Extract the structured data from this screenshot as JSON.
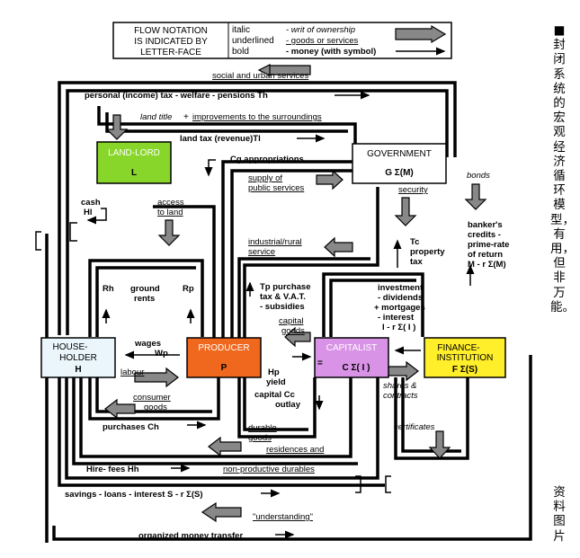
{
  "legend": {
    "title_lines": [
      "FLOW NOTATION",
      "IS INDICATED BY",
      "LETTER-FACE"
    ],
    "rows": [
      {
        "style": "italic",
        "desc": "- writ of ownership"
      },
      {
        "style": "underlined",
        "desc": "- goods or services"
      },
      {
        "style": "bold",
        "desc": "- money (with symbol)"
      }
    ]
  },
  "boxes": {
    "landlord": {
      "title": "LAND-LORD",
      "symbol": "L",
      "color": "#88d62a"
    },
    "government": {
      "title": "GOVERNMENT",
      "symbol": "G  Σ(M)",
      "color": "#ffffff"
    },
    "household": {
      "title_lines": [
        "HOUSE-",
        "HOLDER"
      ],
      "symbol": "H",
      "color": "#eaf6fb"
    },
    "producer": {
      "title": "PRODUCER",
      "symbol": "P",
      "color": "#f0681e"
    },
    "capitalist": {
      "title": "CAPITALIST",
      "symbol": "C  Σ( I )",
      "color": "#d993e6"
    },
    "finance": {
      "title_lines": [
        "FINANCE-",
        "INSTITUTION"
      ],
      "symbol": "F   Σ(S)",
      "color": "#ffee2a"
    }
  },
  "flows": {
    "social_urban": "social and urban services",
    "personal_tax": "personal (income) tax - welfare - pensions  Th",
    "land_title": "land title",
    "land_title_plus": "+",
    "improvements": "improvements to the surroundings",
    "land_tax": "land tax (revenue)Tl",
    "cg": "Cg  appropriations",
    "supply_public": [
      "supply of",
      "public services"
    ],
    "cash": [
      "cash",
      "Hl"
    ],
    "access_land": [
      "access",
      "to land"
    ],
    "security": "security",
    "bonds": "bonds",
    "banker_credits": [
      "banker's",
      "credits -",
      "prime-rate",
      "of return",
      "M - r Σ(M)"
    ],
    "industrial_rural": [
      "industrial/rural",
      "service"
    ],
    "tc_tax": [
      "Tc",
      "property",
      "tax"
    ],
    "rh": "Rh",
    "ground_rents": [
      "ground",
      "rents"
    ],
    "rp": "Rp",
    "tp_tax": [
      "Tp purchase",
      "tax & V.A.T.",
      "- subsidies"
    ],
    "investment": [
      "investment",
      "- dividends",
      "+ mortgages",
      "- interest",
      "I - r Σ( I )"
    ],
    "capital_goods": [
      "capital",
      "goods"
    ],
    "wages": [
      "wages",
      "Wp"
    ],
    "labour": "labour",
    "hp_yield": [
      "Hp",
      "yield"
    ],
    "capital_outlay": [
      "capital  Cc",
      "outlay"
    ],
    "shares_contracts": [
      "shares &",
      "contracts"
    ],
    "consumer_goods": [
      "consumer",
      "goods"
    ],
    "purchases": "purchases  Ch",
    "certificates": "certificates",
    "durable_goods": [
      "durable",
      "goods"
    ],
    "residences": "residences and",
    "hire_fees": "Hire- fees  Hh",
    "non_productive": "non-productive durables",
    "savings": "savings - loans - interest  S - r Σ(S)",
    "understanding": "\"understanding\"",
    "organized_money": "organized money transfer",
    "equals": "="
  },
  "side_note": "■封闭系统的宏观经济循环模型，有用，但非万能。",
  "side_source": "资料图片"
}
